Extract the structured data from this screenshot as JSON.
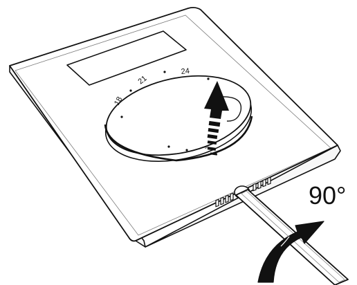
{
  "dial": {
    "marks": [
      "18",
      "21",
      "24"
    ]
  },
  "rotation": {
    "label": "90°"
  },
  "icons": {
    "screwdriver": "screwdriver-icon",
    "rotate_arrow": "rotate-arrow-icon",
    "up_arrow": "up-arrow-icon"
  }
}
